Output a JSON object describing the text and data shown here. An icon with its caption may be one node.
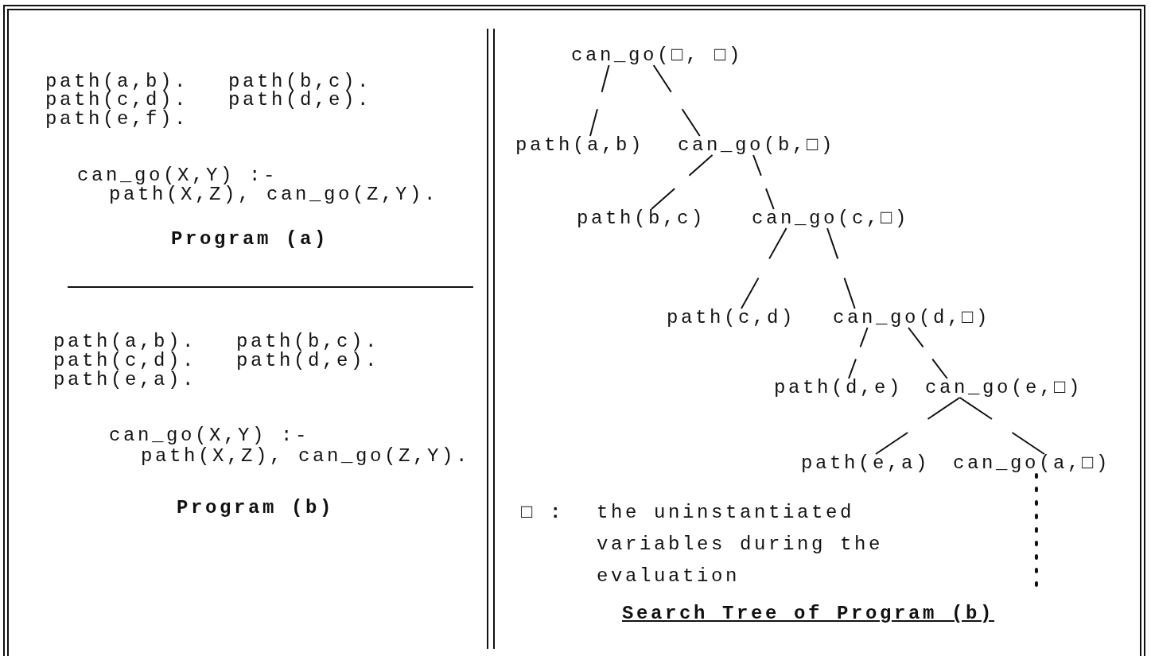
{
  "diagram": {
    "caption": "Search Tree of Program (b)",
    "nodes": [
      {
        "text": [
          "can_go(□, □)"
        ]
      },
      {
        "text": [
          "path(a,b)"
        ]
      },
      {
        "text": [
          "can_go(b,□)"
        ]
      },
      {
        "text": [
          "path(b,c)"
        ]
      },
      {
        "text": [
          "can_go(c,□)"
        ]
      },
      {
        "text": [
          "path(c,d)"
        ]
      },
      {
        "text": [
          "can_go(d,□)"
        ]
      },
      {
        "text": [
          "path(d,e)"
        ]
      },
      {
        "text": [
          "can_go(e,□)"
        ]
      },
      {
        "text": [
          "path(e,a)"
        ]
      },
      {
        "text": [
          "can_go(a,□)"
        ]
      }
    ],
    "edges": [
      {
        "from": 0,
        "to": 1,
        "arrow": "none",
        "style": "dashed"
      },
      {
        "from": 0,
        "to": 2,
        "arrow": "none",
        "style": "dashed"
      },
      {
        "from": 2,
        "to": 3,
        "arrow": "none",
        "style": "dashed"
      },
      {
        "from": 2,
        "to": 4,
        "arrow": "none",
        "style": "dashed"
      },
      {
        "from": 4,
        "to": 5,
        "arrow": "none",
        "style": "dashed"
      },
      {
        "from": 4,
        "to": 6,
        "arrow": "none",
        "style": "dashed"
      },
      {
        "from": 6,
        "to": 7,
        "arrow": "none",
        "style": "dashed"
      },
      {
        "from": 6,
        "to": 8,
        "arrow": "none",
        "style": "dashed"
      },
      {
        "from": 8,
        "to": 9,
        "arrow": "none",
        "style": "dashed"
      },
      {
        "from": 8,
        "to": 10,
        "arrow": "none",
        "style": "dashed"
      },
      {
        "from": 10,
        "to": null,
        "arrow": "none",
        "style": "dashed"
      }
    ],
    "labels": [
      "path(a,b).",
      "path(b,c).",
      "path(c,d).",
      "path(d,e).",
      "path(e,f).",
      "can_go(X,Y) :-",
      "path(X,Z), can_go(Z,Y).",
      "Program (a)",
      "path(a,b).",
      "path(b,c).",
      "path(c,d).",
      "path(d,e).",
      "path(e,a).",
      "can_go(X,Y) :-",
      "path(X,Z), can_go(Z,Y).",
      "Program (b)",
      "□ :",
      "the uninstantiated variables during the evaluation"
    ]
  }
}
